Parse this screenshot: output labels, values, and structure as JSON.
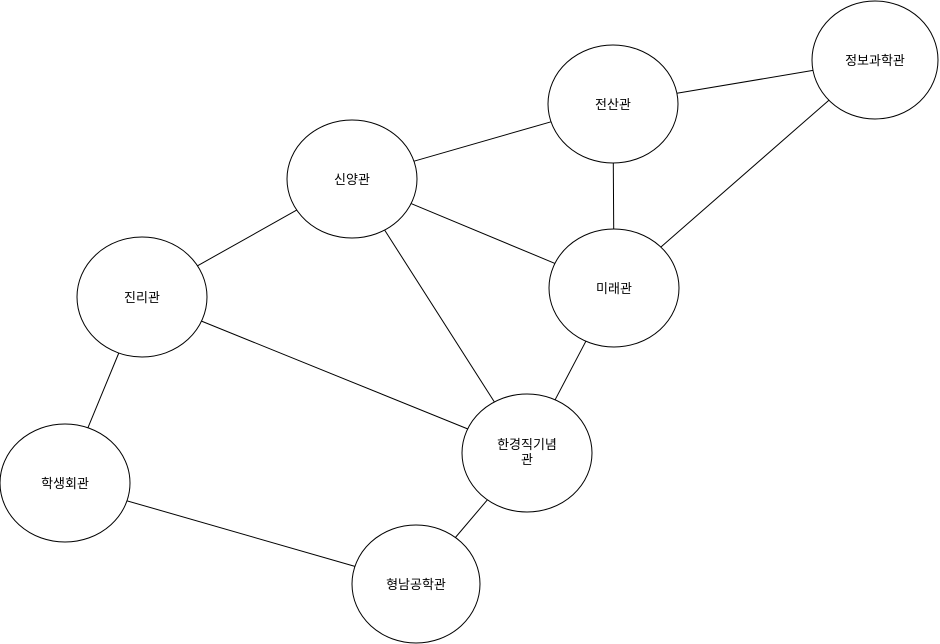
{
  "nodes": [
    {
      "id": "jeongbo",
      "label": "정보과학관"
    },
    {
      "id": "jeonsan",
      "label": "전산관"
    },
    {
      "id": "sinyang",
      "label": "신양관"
    },
    {
      "id": "mirae",
      "label": "미래관"
    },
    {
      "id": "jinri",
      "label": "진리관"
    },
    {
      "id": "hangyeong",
      "label": "한경직기념관"
    },
    {
      "id": "haksaeng",
      "label": "학생회관"
    },
    {
      "id": "hyeongnam",
      "label": "형남공학관"
    }
  ],
  "edges": [
    {
      "from": "jeonsan",
      "to": "jeongbo"
    },
    {
      "from": "sinyang",
      "to": "jeonsan"
    },
    {
      "from": "jeonsan",
      "to": "mirae"
    },
    {
      "from": "mirae",
      "to": "jeongbo"
    },
    {
      "from": "sinyang",
      "to": "mirae"
    },
    {
      "from": "jinri",
      "to": "sinyang"
    },
    {
      "from": "sinyang",
      "to": "hangyeong"
    },
    {
      "from": "jinri",
      "to": "hangyeong"
    },
    {
      "from": "mirae",
      "to": "hangyeong"
    },
    {
      "from": "jinri",
      "to": "haksaeng"
    },
    {
      "from": "haksaeng",
      "to": "hyeongnam"
    },
    {
      "from": "hangyeong",
      "to": "hyeongnam"
    }
  ],
  "colors": {
    "stroke": "#000000",
    "fill": "#ffffff",
    "text": "#000000"
  }
}
